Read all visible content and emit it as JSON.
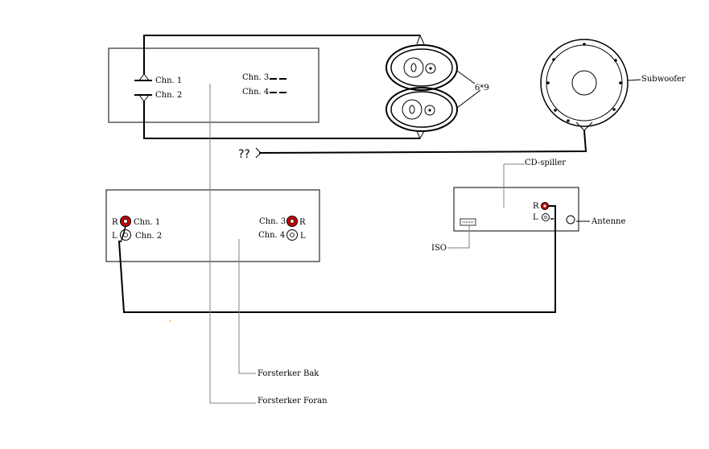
{
  "amp_top": {
    "ch1": "Chn. 1",
    "ch2": "Chn. 2",
    "ch3": "Chn. 3",
    "ch4": "Chn. 4"
  },
  "amp_bottom": {
    "r_left": "R",
    "l_left": "L",
    "ch1": "Chn. 1",
    "ch2": "Chn. 2",
    "ch3": "Chn. 3",
    "ch4": "Chn. 4",
    "r_right": "R",
    "l_right": "L"
  },
  "speakers_label": "6*9",
  "subwoofer_label": "Subwoofer",
  "unknown_label": "??",
  "cd": {
    "title": "CD-spiller",
    "r": "R",
    "l": "L",
    "antenna": "Antenne",
    "iso": "ISO"
  },
  "callouts": {
    "rear_amp": "Forsterker Bak",
    "front_amp": "Forsterker Foran"
  },
  "colors": {
    "rca_red": "#cc0000",
    "line": "#000000",
    "thin_line": "#808080"
  }
}
